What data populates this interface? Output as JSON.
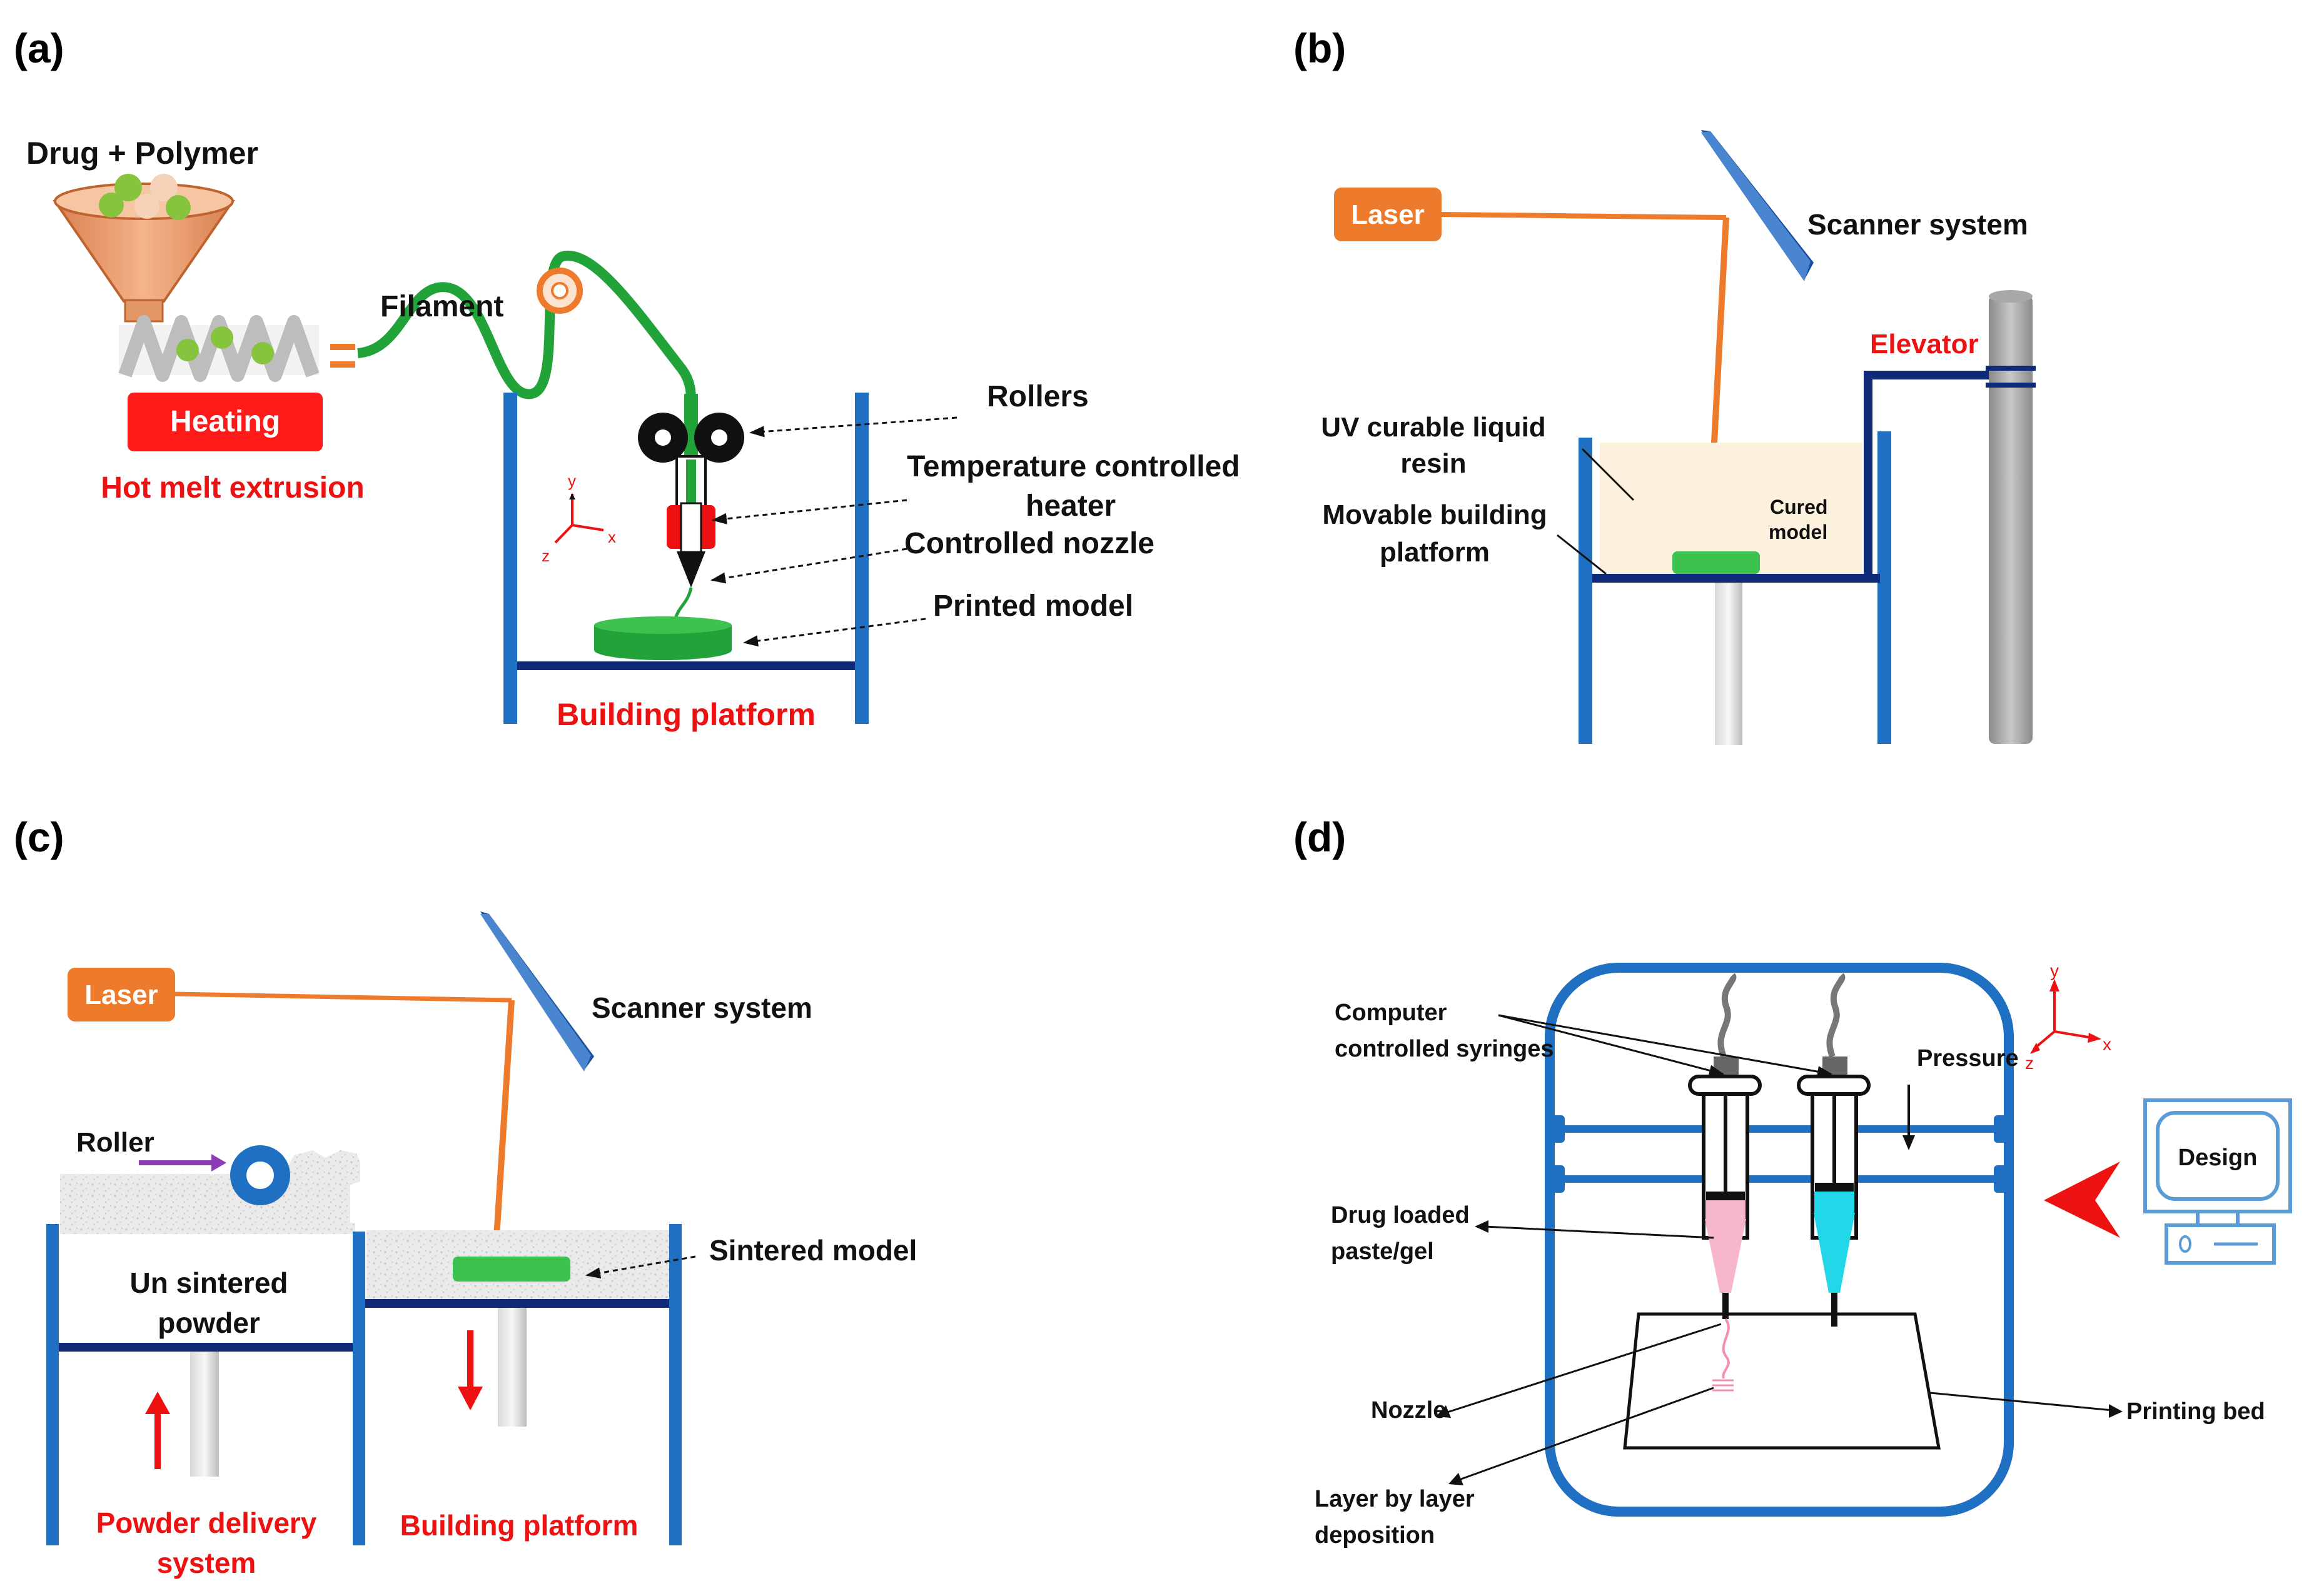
{
  "panels": {
    "a": {
      "tag": "(a)",
      "drug_polymer": "Drug + Polymer",
      "filament": "Filament",
      "heating": "Heating",
      "hot_melt": "Hot melt extrusion",
      "rollers": "Rollers",
      "temp_heater_1": "Temperature controlled",
      "temp_heater_2": "heater",
      "nozzle": "Controlled nozzle",
      "printed_model": "Printed model",
      "building_platform": "Building platform",
      "axes": {
        "y": "y",
        "x": "x",
        "z": "z"
      }
    },
    "b": {
      "tag": "(b)",
      "laser": "Laser",
      "scanner": "Scanner system",
      "elevator": "Elevator",
      "resin_1": "UV curable liquid",
      "resin_2": "resin",
      "movable_1": "Movable building",
      "movable_2": "platform",
      "cured_1": "Cured",
      "cured_2": "model"
    },
    "c": {
      "tag": "(c)",
      "laser": "Laser",
      "scanner": "Scanner system",
      "roller": "Roller",
      "unsintered_1": "Un sintered",
      "unsintered_2": "powder",
      "sintered": "Sintered model",
      "powder_delivery_1": "Powder delivery",
      "powder_delivery_2": "system",
      "building_platform": "Building platform"
    },
    "d": {
      "tag": "(d)",
      "syringes_1": "Computer",
      "syringes_2": "controlled syringes",
      "pressure": "Pressure",
      "drug_loaded_1": "Drug loaded",
      "drug_loaded_2": "paste/gel",
      "nozzle": "Nozzle",
      "layer_1": "Layer by layer",
      "layer_2": "deposition",
      "printing_bed": "Printing bed",
      "design": "Design",
      "axes": {
        "y": "y",
        "x": "x",
        "z": "z"
      }
    }
  },
  "colors": {
    "frame_blue": "#1f6fc2",
    "dark_blue": "#102a7a",
    "orange": "#ee7a2c",
    "green": "#22a33a",
    "red": "#ee1111"
  }
}
